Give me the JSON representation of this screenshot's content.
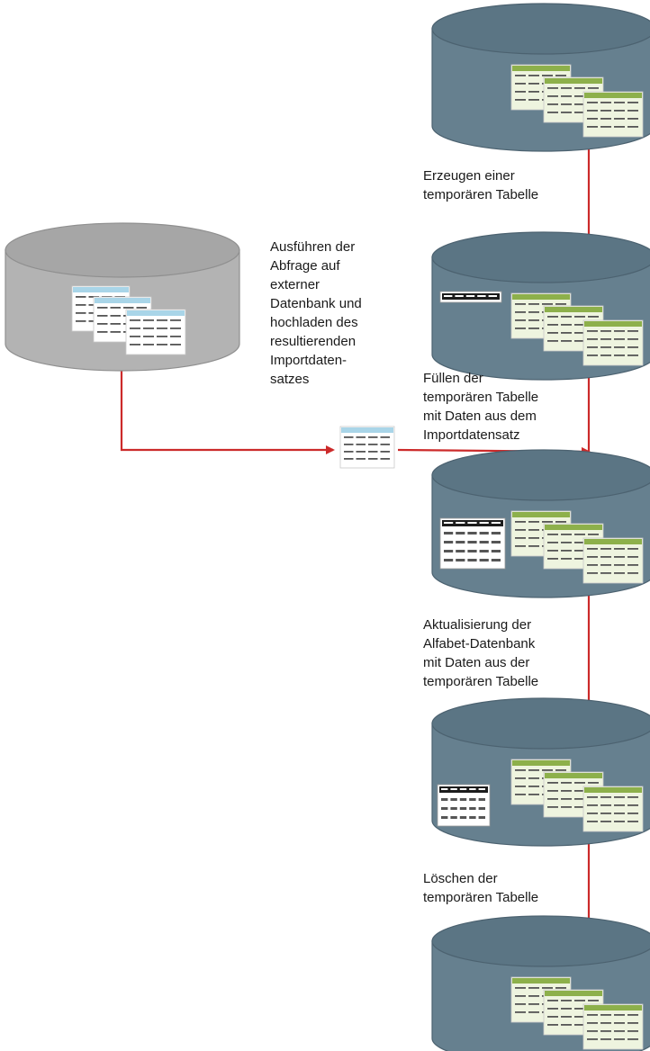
{
  "colors": {
    "db_main": "#66808f",
    "db_main_edge": "#4c6270",
    "db_main_top": "#5b7584",
    "db_external": "#b3b3b3",
    "db_external_edge": "#8f8f8f",
    "db_external_top": "#a6a6a6",
    "arrow": "#cc2a2a",
    "table_green_header": "#8db04b",
    "table_green_body": "#eef4df",
    "table_blue_header": "#a9d5e8",
    "table_black_header": "#1c1c1c"
  },
  "icons": {
    "external_database": "database-icon",
    "database": "database-icon",
    "import_dataset": "table-icon",
    "temporary_table": "table-icon"
  },
  "labels": {
    "create_temp": [
      "Erzeugen einer",
      "temporären Tabelle"
    ],
    "run_query": [
      "Ausführen der",
      "Abfrage auf",
      "externer",
      "Datenbank und",
      "hochladen des",
      "resultierenden",
      "Importdaten-",
      "satzes"
    ],
    "fill_temp": [
      "Füllen der",
      "temporären Tabelle",
      "mit Daten aus dem",
      "Importdatensatz"
    ],
    "update_db": [
      "Aktualisierung der",
      "Alfabet-Datenbank",
      "mit Daten aus der",
      "temporären Tabelle"
    ],
    "delete_temp": [
      "Löschen der",
      "temporären Tabelle"
    ]
  }
}
